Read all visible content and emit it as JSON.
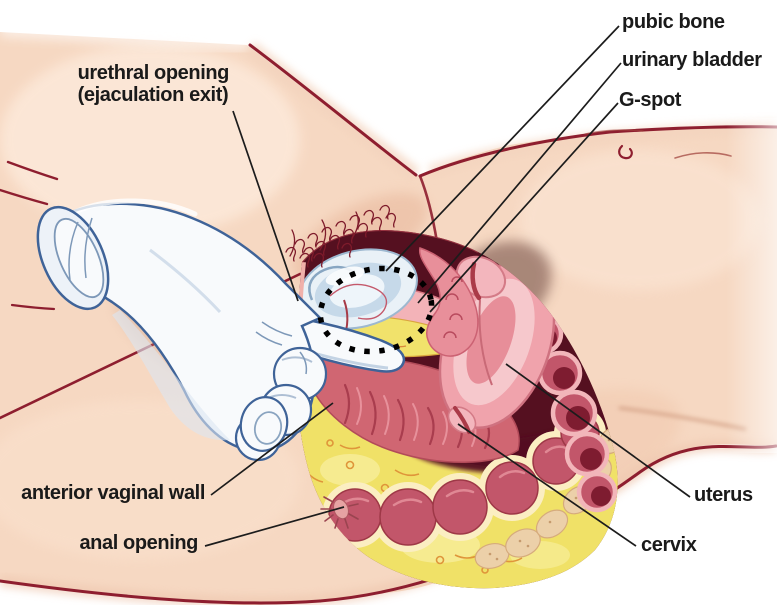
{
  "diagram": {
    "type": "anatomical cross-section illustration",
    "labels": {
      "urethral_opening_line1": "urethral opening",
      "urethral_opening_line2": "(ejaculation exit)",
      "pubic_bone": "pubic bone",
      "urinary_bladder": "urinary bladder",
      "g_spot": "G-spot",
      "anterior_vaginal_wall": "anterior vaginal wall",
      "anal_opening": "anal opening",
      "uterus": "uterus",
      "cervix": "cervix"
    },
    "marker": {
      "g_spot_indicator": "dotted black ellipse"
    },
    "colors": {
      "background": "#ffffff",
      "skin": "#f6d8c2",
      "skin_shadow": "#eec3a8",
      "outline_red": "#8e1e2f",
      "label_text": "#1a1a1a",
      "leader_line": "#1c1c1c",
      "glove_white": "#f8fafc",
      "glove_outline": "#3f6398",
      "bladder_blue": "#c6d9e9",
      "fat_yellow": "#f0e167",
      "tissue_pink": "#f0a3ac",
      "muscle_red": "#c2566a",
      "cavity_maroon": "#551020",
      "marker_black": "#000000"
    }
  }
}
